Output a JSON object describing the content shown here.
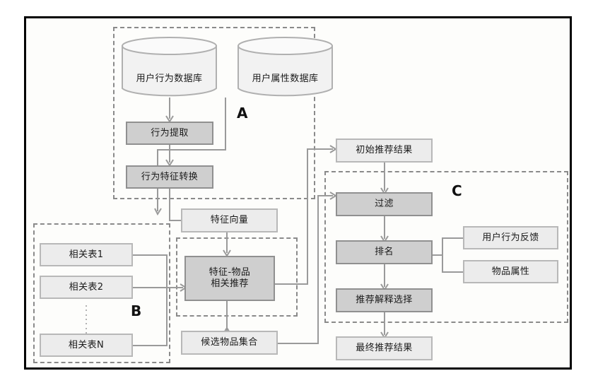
{
  "diagram": {
    "title_hidden": "",
    "groups": [
      {
        "id": "A",
        "label": "A"
      },
      {
        "id": "B",
        "label": "B"
      },
      {
        "id": "C",
        "label": "C"
      }
    ],
    "nodes": {
      "user_behavior_db": "用户行为数据库",
      "user_attribute_db": "用户属性数据库",
      "behavior_extraction": "行为提取",
      "behavior_feature_transform": "行为特征转换",
      "feature_vector": "特征向量",
      "corr_table_1": "相关表1",
      "corr_table_2": "相关表2",
      "corr_table_n": "相关表N",
      "feature_item_recommend": "特征-物品\n相关推荐",
      "feature_item_recommend_line1": "特征-物品",
      "feature_item_recommend_line2": "相关推荐",
      "candidate_item_set": "候选物品集合",
      "initial_recommend_result": "初始推荐结果",
      "filter": "过滤",
      "ranking": "排名",
      "recommend_explanation_select": "推荐解释选择",
      "final_recommend_result": "最终推荐结果",
      "user_behavior_feedback": "用户行为反馈",
      "item_attribute": "物品属性"
    },
    "colors": {
      "frame_border": "#000000",
      "group_border": "#8a8a8a",
      "light_fill": "#ececec",
      "light_border": "#b8b8b8",
      "dark_fill": "#cfcfcf",
      "dark_border": "#909090",
      "connector": "#9a9a9a",
      "text": "#1a1a1a",
      "background": "#ffffff"
    }
  }
}
